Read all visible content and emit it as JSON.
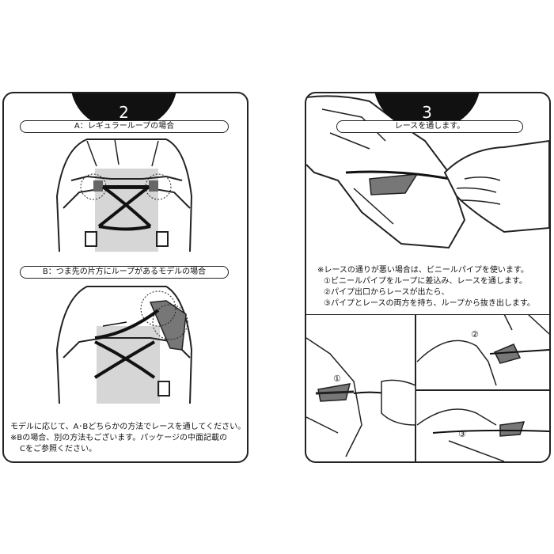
{
  "step2": {
    "number": "2",
    "option_a": "A：レギュラーループの場合",
    "option_b": "B：つま先の片方にループがあるモデルの場合",
    "note_1": "モデルに応じて、A･Bどちらかの方法でレースを通してください。",
    "note_2": "※Bの場合、別の方法もございます。パッケージの中面記載の",
    "note_3": "Cをご参照ください。"
  },
  "step3": {
    "number": "3",
    "instruction": "レースを通します。",
    "note_1": "※レースの通りが悪い場合は、ビニールパイプを使います。",
    "note_2": "①ビニールパイプをループに差込み、レースを通します。",
    "note_3": "②パイプ出口からレースが出たら、",
    "note_4": "③パイプとレースの両方を持ち、ループから抜き出します。",
    "marker_1": "①",
    "marker_2": "②",
    "marker_3": "③"
  }
}
